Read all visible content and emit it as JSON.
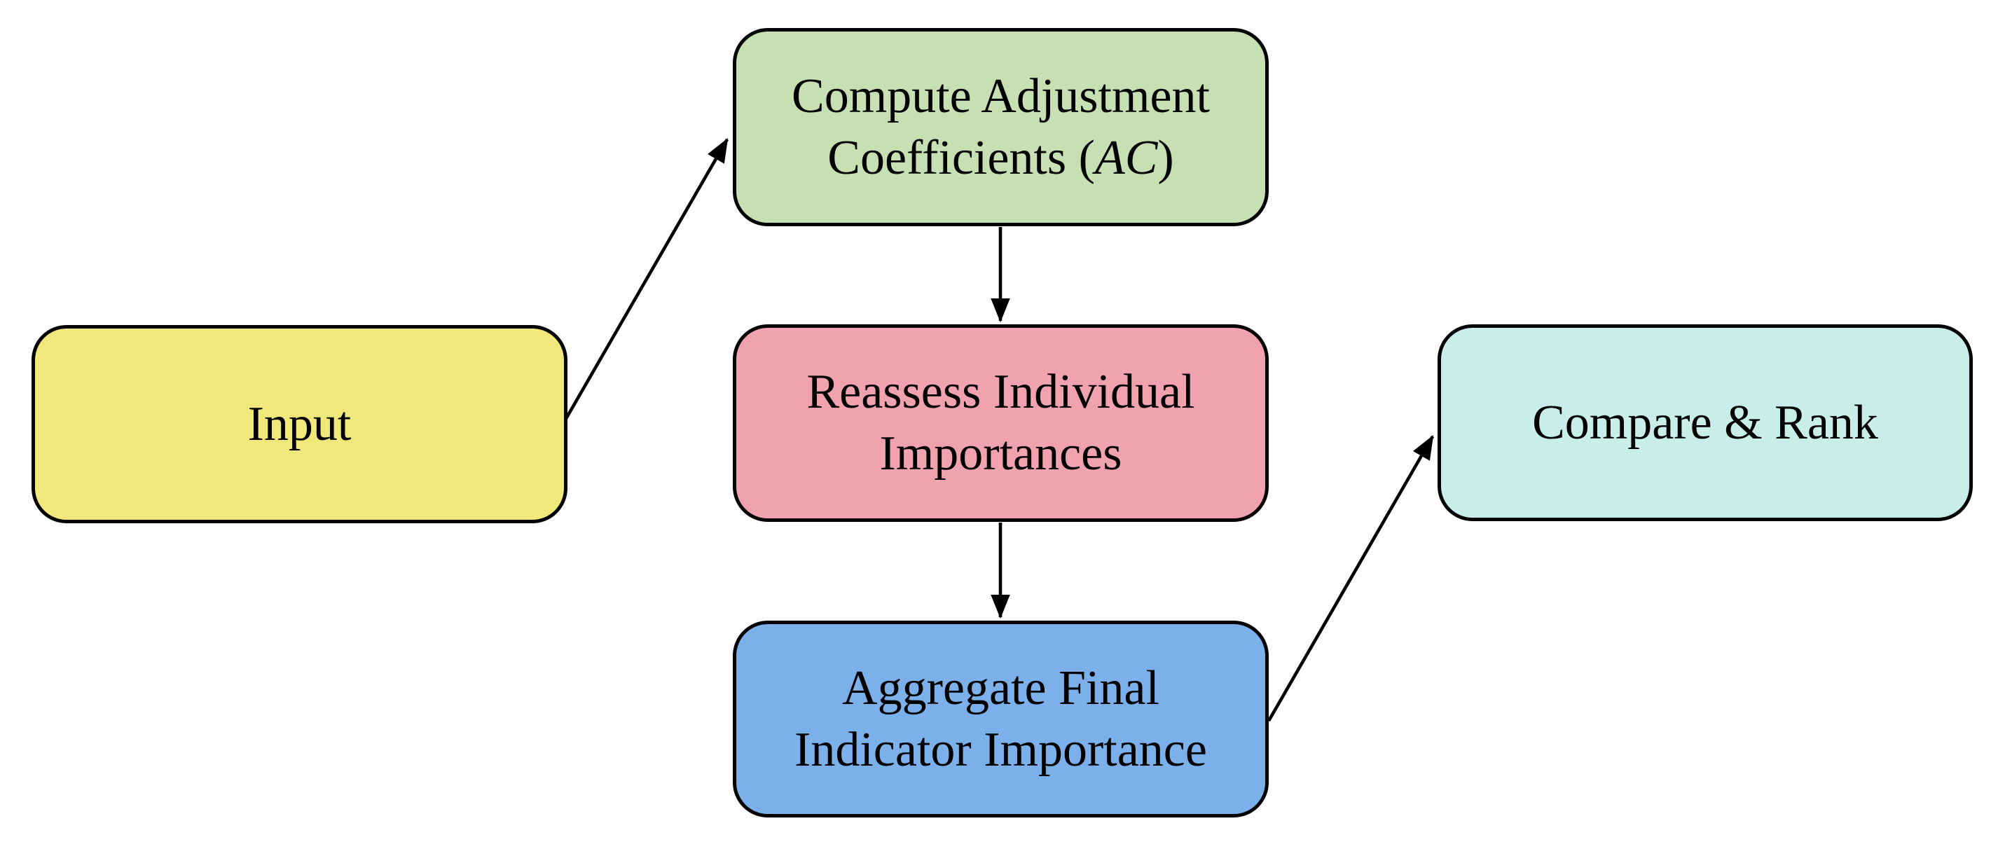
{
  "diagram": {
    "type": "flowchart",
    "background": "#ffffff",
    "stroke_color": "#000000",
    "text_color": "#000000",
    "nodes": {
      "input": {
        "label": "Input",
        "fill": "#f0e87b"
      },
      "compute": {
        "line1": "Compute Adjustment",
        "line2_prefix": "Coefficients (",
        "line2_italic": "AC",
        "line2_suffix": ")",
        "fill": "#c6e0b4"
      },
      "reassess": {
        "line1": "Reassess Individual",
        "line2": "Importances",
        "fill": "#f0a2ae"
      },
      "aggregate": {
        "line1": "Aggregate Final",
        "line2": "Indicator Importance",
        "fill": "#7cb0eb"
      },
      "compare": {
        "label": "Compare & Rank",
        "fill": "#c9ede9"
      }
    },
    "edges": [
      {
        "from": "Input",
        "to": "Compute Adjustment Coefficients (AC)"
      },
      {
        "from": "Compute Adjustment Coefficients (AC)",
        "to": "Reassess Individual Importances"
      },
      {
        "from": "Reassess Individual Importances",
        "to": "Aggregate Final Indicator Importance"
      },
      {
        "from": "Aggregate Final Indicator Importance",
        "to": "Compare & Rank"
      }
    ]
  }
}
